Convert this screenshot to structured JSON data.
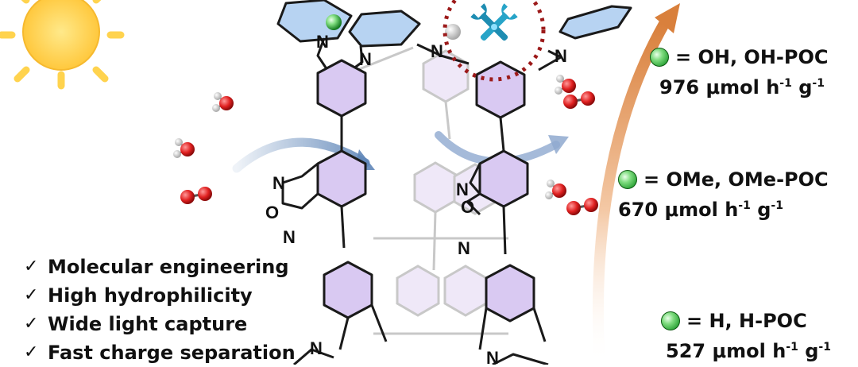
{
  "features": [
    "Molecular engineering",
    "High hydrophilicity",
    "Wide light capture",
    "Fast charge separation"
  ],
  "check_glyph": "✓",
  "substituents": [
    {
      "group_label": "= OH,  OH-POC",
      "rate_value": "976 μmol h",
      "unit_h_exp": "-1",
      "unit_g": " g",
      "unit_g_exp": "-1"
    },
    {
      "group_label": "= OMe,  OMe-POC",
      "rate_value": "670 μmol h",
      "unit_h_exp": "-1",
      "unit_g": " g",
      "unit_g_exp": "-1"
    },
    {
      "group_label": "= H,  H-POC",
      "rate_value": "527 μmol h",
      "unit_h_exp": "-1",
      "unit_g": " g",
      "unit_g_exp": "-1"
    }
  ],
  "atoms": {
    "N": "N",
    "O": "O"
  },
  "icons": [
    "sun-icon",
    "wrench-icon",
    "substituent-ball-icon",
    "water-molecule-icon",
    "oxygen-molecule-icon",
    "trend-arrow-icon"
  ],
  "colors": {
    "sun": "#FFD34E",
    "ring_fill": "#D9C9F2",
    "bridge_fill": "#B7D3F2",
    "highlight_circle": "#9C1A1A",
    "trend_arrow": "#E8A06A",
    "oxygen_atom": "#E02020",
    "hydrogen_atom": "#DDDDDD"
  }
}
